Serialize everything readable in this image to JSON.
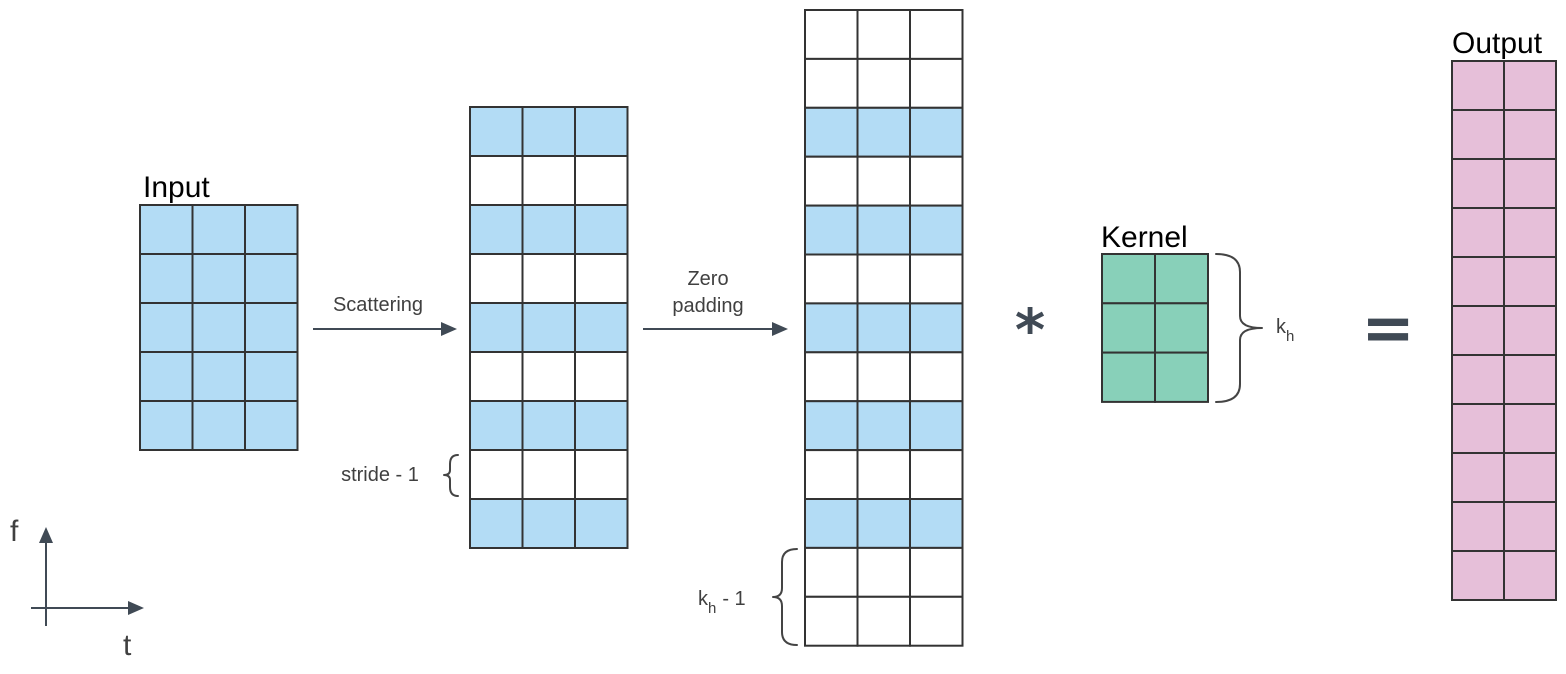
{
  "colors": {
    "input": "#b3dcf5",
    "zero": "#ffffff",
    "kernel": "#88d0b9",
    "output": "#e6bfd9",
    "grid_line": "#333333",
    "arrow": "#404a55",
    "operator": "#404a55"
  },
  "labels": {
    "input": "Input",
    "kernel": "Kernel",
    "output": "Output"
  },
  "arrows": {
    "scattering": "Scattering",
    "zero_padding_line1": "Zero",
    "zero_padding_line2": "padding"
  },
  "annotations": {
    "stride": "stride - 1",
    "kh_letter": "k",
    "kh_sub": "h",
    "kh_minus": "- 1"
  },
  "operators": {
    "convolve": "*",
    "equals": "="
  },
  "axes": {
    "f": "f",
    "t": "t"
  },
  "grids": {
    "input": {
      "cols": 3,
      "rows": [
        "input",
        "input",
        "input",
        "input",
        "input"
      ]
    },
    "scattered": {
      "cols": 3,
      "rows": [
        "input",
        "zero",
        "input",
        "zero",
        "input",
        "zero",
        "input",
        "zero",
        "input"
      ]
    },
    "padded": {
      "cols": 3,
      "rows": [
        "zero",
        "zero",
        "input",
        "zero",
        "input",
        "zero",
        "input",
        "zero",
        "input",
        "zero",
        "input",
        "zero",
        "zero"
      ]
    },
    "kernel": {
      "cols": 2,
      "rows": [
        "kernel",
        "kernel",
        "kernel"
      ]
    },
    "output": {
      "cols": 2,
      "rows": [
        "output",
        "output",
        "output",
        "output",
        "output",
        "output",
        "output",
        "output",
        "output",
        "output",
        "output"
      ]
    }
  }
}
